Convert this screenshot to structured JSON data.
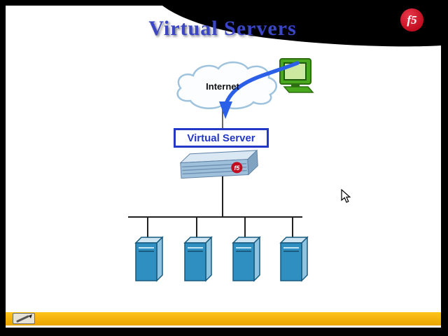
{
  "slide": {
    "title": "Virtual Servers",
    "title_color": "#3a46c4",
    "logo": {
      "text": "f5",
      "bg_color": "#c00d20",
      "text_color": "#ffffff"
    },
    "accent_bar_color": "#f5b200",
    "diagram": {
      "internet_label": "Internet",
      "virtual_server_label": "Virtual Server",
      "server_count": 4,
      "colors": {
        "arrow": "#2b5fe8",
        "virtual_server_border": "#2438c8",
        "server_front": "#2f8fc0",
        "server_top": "#cfe6f2",
        "server_side": "#8fc4e0",
        "appliance_body": "#9fc0da",
        "workstation_green": "#49a81e",
        "cloud_stroke": "#9fc3dd",
        "network_line": "#222222"
      },
      "icons": {
        "internet-cloud-icon": "cloud shape",
        "workstation-icon": "green desktop computer",
        "traffic-arrow-icon": "curved blue arrow",
        "bigip-appliance-icon": "f5 load balancer box",
        "server-icon": "blue tower server",
        "f5-ball-icon": "red sphere with f5",
        "pencil-icon": "slideshow pen tool"
      }
    }
  }
}
